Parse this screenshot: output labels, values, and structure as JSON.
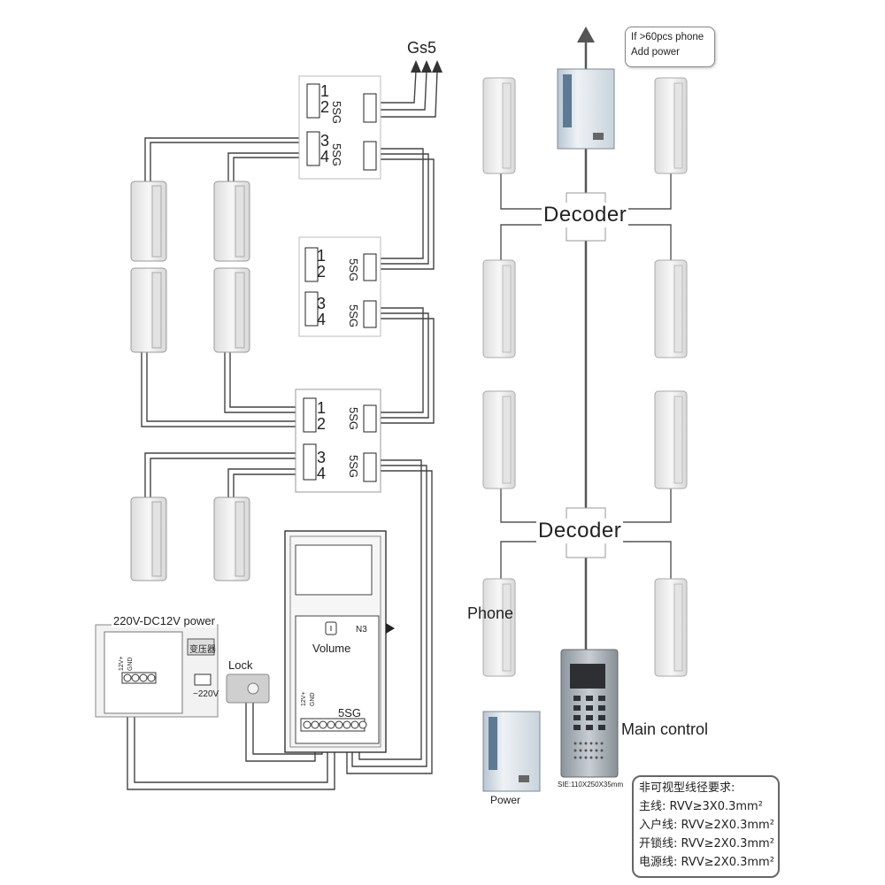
{
  "labels": {
    "gs5": "Gs5",
    "decoder_top": "Decoder",
    "decoder_bottom": "Decoder",
    "phone": "Phone",
    "main_control": "Main control",
    "power": "Power",
    "lock": "Lock",
    "power_supply": "220V-DC12V power",
    "volume": "Volume",
    "n3": "N3",
    "terminal_5sg": "5SG",
    "ac_input": "~220V",
    "transformer": "变压器",
    "v12": "12V+",
    "gnd": "GND",
    "size_note": "SIE:110X250X35mm"
  },
  "bubble": {
    "line1": "If >60pcs phone",
    "line2": "Add power"
  },
  "distributors": [
    {
      "ports": [
        "1",
        "2",
        "3",
        "4"
      ],
      "side": [
        "5SG",
        "5SG"
      ]
    },
    {
      "ports": [
        "1",
        "2",
        "3",
        "4"
      ],
      "side": [
        "5SG",
        "5SG"
      ]
    },
    {
      "ports": [
        "1",
        "2",
        "3",
        "4"
      ],
      "side": [
        "5SG",
        "5SG"
      ]
    }
  ],
  "requirements": {
    "title": "非可视型线径要求:",
    "lines": [
      "主线: RVV≥3X0.3mm²",
      "入户线: RVV≥2X0.3mm²",
      "开锁线: RVV≥2X0.3mm²",
      "电源线: RVV≥2X0.3mm²"
    ]
  },
  "colors": {
    "wire": "#444444",
    "device": "#eeeeee",
    "panel": "#9aa3ab"
  }
}
